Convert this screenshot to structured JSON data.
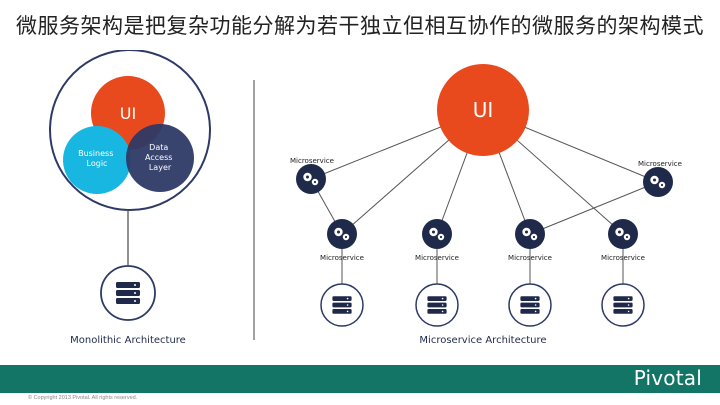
{
  "slide": {
    "title": "微服务架构是把复杂功能分解为若干独立但相互协作的微服务的架构模式",
    "footer_brand": "Pivotal",
    "copyright": "© Copyright 2013 Pivotal. All rights reserved."
  },
  "monolithic": {
    "ui": "UI",
    "business_logic": [
      "Business",
      "Logic"
    ],
    "data_access": [
      "Data",
      "Access",
      "Layer"
    ],
    "caption": "Monolithic Architecture"
  },
  "microservice": {
    "ui": "UI",
    "service_label": "Microservice",
    "caption": "Microservice Architecture"
  },
  "colors": {
    "ui_red": "#E8491D",
    "logic_cyan": "#18B7E2",
    "data_navy": "#2E3A66",
    "node_navy": "#1F2A4A",
    "footer_teal": "#137565"
  },
  "icons": {
    "service": "gear-icon",
    "database": "database-icon"
  }
}
